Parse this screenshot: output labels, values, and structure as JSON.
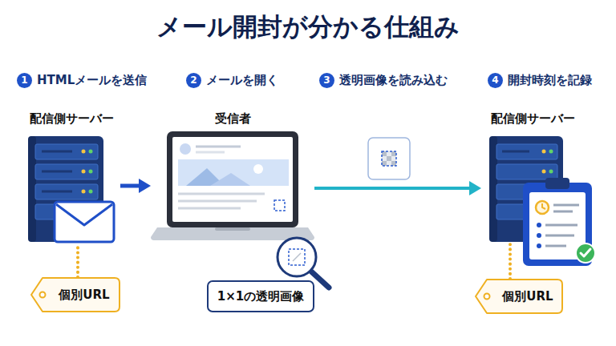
{
  "diagram": {
    "title": "メール開封が分かる仕組み",
    "nodes": [
      {
        "text": [
          "配信側サーバー"
        ]
      },
      {
        "text": [
          "受信者"
        ]
      },
      {
        "text": [
          "配信側サーバー"
        ]
      },
      {
        "text": [
          "個別URL"
        ]
      },
      {
        "text": [
          "1×1の透明画像"
        ]
      },
      {
        "text": [
          "個別URL"
        ]
      }
    ],
    "edges": [
      {
        "from": 0,
        "to": 1,
        "arrow": "to"
      },
      {
        "from": 1,
        "to": 2,
        "arrow": "to"
      },
      {
        "from": 3,
        "to": 0,
        "arrow": "none"
      },
      {
        "from": 5,
        "to": 2,
        "arrow": "none"
      }
    ],
    "labels": [
      "1",
      "HTMLメールを送信",
      "2",
      "メールを開く",
      "3",
      "透明画像を読み込む",
      "4",
      "開封時刻を記録"
    ]
  }
}
